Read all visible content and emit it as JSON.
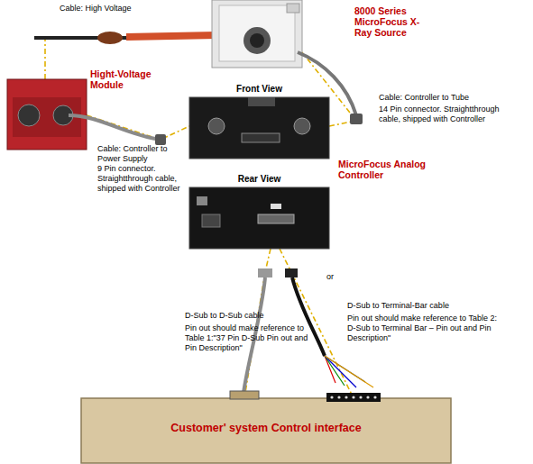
{
  "diagram": {
    "nodes": [
      {
        "text": [
          "8000 Series MicroFocus X-Ray Source"
        ]
      },
      {
        "text": [
          "Hight-Voltage Module"
        ]
      },
      {
        "text": [
          "Front View",
          "MicroFocus Analog Controller"
        ]
      },
      {
        "text": [
          "Rear View"
        ]
      },
      {
        "text": [
          "Customer' system Control interface"
        ]
      }
    ],
    "edges": [
      {
        "from": 1,
        "to": 0,
        "arrow": "none"
      },
      {
        "from": 1,
        "to": 2,
        "arrow": "none"
      },
      {
        "from": 2,
        "to": 0,
        "arrow": "none"
      },
      {
        "from": 3,
        "to": 4,
        "arrow": "none"
      },
      {
        "from": 3,
        "to": 4,
        "arrow": "none"
      }
    ],
    "labels": [
      "Cable: High Voltage",
      "Cable: Controller to Tube",
      "14 Pin connector. Straightthrough cable, shipped with Controller",
      "Cable: Controller to Power Supply",
      "9 Pin connector. Straightthrough cable, shipped with Controller",
      "D-Sub to D-Sub cable",
      "Pin out should make reference to Table 1:\"37 Pin D-Sub Pin out and Pin Description\"",
      "or",
      "D-Sub to Terminal-Bar cable",
      "Pin out should make reference to Table 2: D-Sub to Terminal Bar – Pin out and Pin Description\""
    ]
  }
}
